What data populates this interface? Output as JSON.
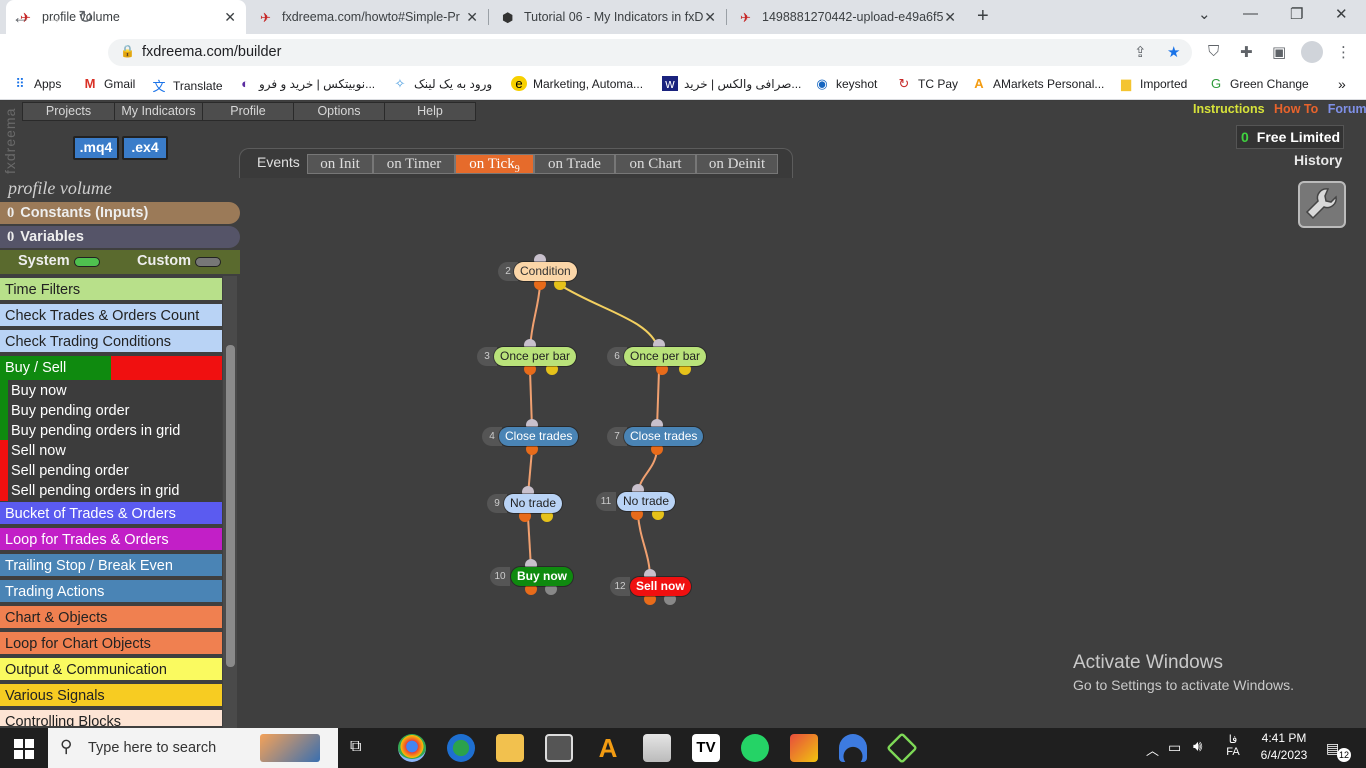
{
  "browser": {
    "tabs": [
      {
        "label": "profile volume",
        "active": true
      },
      {
        "label": "fxdreema.com/howto#Simple-Pr"
      },
      {
        "label": "Tutorial 06 - My Indicators in fxD"
      },
      {
        "label": "1498881270442-upload-e49a6f5"
      }
    ],
    "url": "fxdreema.com/builder",
    "bookmarks": [
      "Apps",
      "Gmail",
      "Translate",
      "نوبیتکس | خرید و فرو...",
      "ورود به یک لینک",
      "Marketing, Automa...",
      "صرافی والکس | خرید...",
      "keyshot",
      "TC Pay",
      "AMarkets Personal...",
      "Imported",
      "Green Change"
    ]
  },
  "app": {
    "logo_vertical": "fxdreema",
    "menu": [
      "Projects",
      "My Indicators",
      "Profile",
      "Options",
      "Help"
    ],
    "ext_buttons": [
      ".mq4",
      ".ex4"
    ],
    "links": {
      "instructions": "Instructions",
      "howto": "How To",
      "forum": "Forum"
    },
    "license": {
      "count": "0",
      "label": "Free Limited"
    },
    "history": "History",
    "events": {
      "label": "Events",
      "tabs": [
        "on Init",
        "on Timer",
        "on Tick",
        "on Trade",
        "on Chart",
        "on Deinit"
      ],
      "active": "on Tick",
      "tick_badge": "9"
    },
    "project_title": "profile volume",
    "constants": {
      "count": "0",
      "label": "Constants (Inputs)"
    },
    "variables": {
      "count": "0",
      "label": "Variables"
    },
    "system_label": "System",
    "custom_label": "Custom",
    "categories": [
      {
        "label": "Time Filters",
        "bg": "#b8e08a"
      },
      {
        "label": "Check Trades & Orders Count",
        "bg": "#b9d3f5"
      },
      {
        "label": "Check Trading Conditions",
        "bg": "#b9d3f5"
      }
    ],
    "buysell": {
      "label": "Buy / Sell",
      "items": [
        "Buy now",
        "Buy pending order",
        "Buy pending orders in grid",
        "Sell now",
        "Sell pending order",
        "Sell pending orders in grid"
      ]
    },
    "categories2": [
      {
        "label": "Bucket of Trades & Orders",
        "bg": "#5b5bf0",
        "fg": "#fff"
      },
      {
        "label": "Loop for Trades & Orders",
        "bg": "#c21fc7",
        "fg": "#fff"
      },
      {
        "label": "Trailing Stop / Break Even",
        "bg": "#4a84b5",
        "fg": "#fff"
      },
      {
        "label": "Trading Actions",
        "bg": "#4a84b5",
        "fg": "#fff"
      },
      {
        "label": "Chart & Objects",
        "bg": "#f08050",
        "fg": "#222"
      },
      {
        "label": "Loop for Chart Objects",
        "bg": "#f08050",
        "fg": "#222"
      },
      {
        "label": "Output & Communication",
        "bg": "#fafa60",
        "fg": "#222"
      },
      {
        "label": "Various Signals",
        "bg": "#f7cc22",
        "fg": "#222"
      },
      {
        "label": "Controlling Blocks",
        "bg": "#fde4d4",
        "fg": "#222"
      }
    ],
    "blocks": [
      {
        "id": "2",
        "label": "Condition"
      },
      {
        "id": "3",
        "label": "Once per bar"
      },
      {
        "id": "6",
        "label": "Once per bar"
      },
      {
        "id": "4",
        "label": "Close trades"
      },
      {
        "id": "7",
        "label": "Close trades"
      },
      {
        "id": "9",
        "label": "No trade"
      },
      {
        "id": "11",
        "label": "No trade"
      },
      {
        "id": "10",
        "label": "Buy now"
      },
      {
        "id": "12",
        "label": "Sell now"
      }
    ],
    "watermark": {
      "line1": "Activate Windows",
      "line2": "Go to Settings to activate Windows."
    }
  },
  "taskbar": {
    "search_placeholder": "Type here to search",
    "lang1": "فا",
    "lang2": "FA",
    "time": "4:41 PM",
    "date": "6/4/2023",
    "notif": "12"
  }
}
